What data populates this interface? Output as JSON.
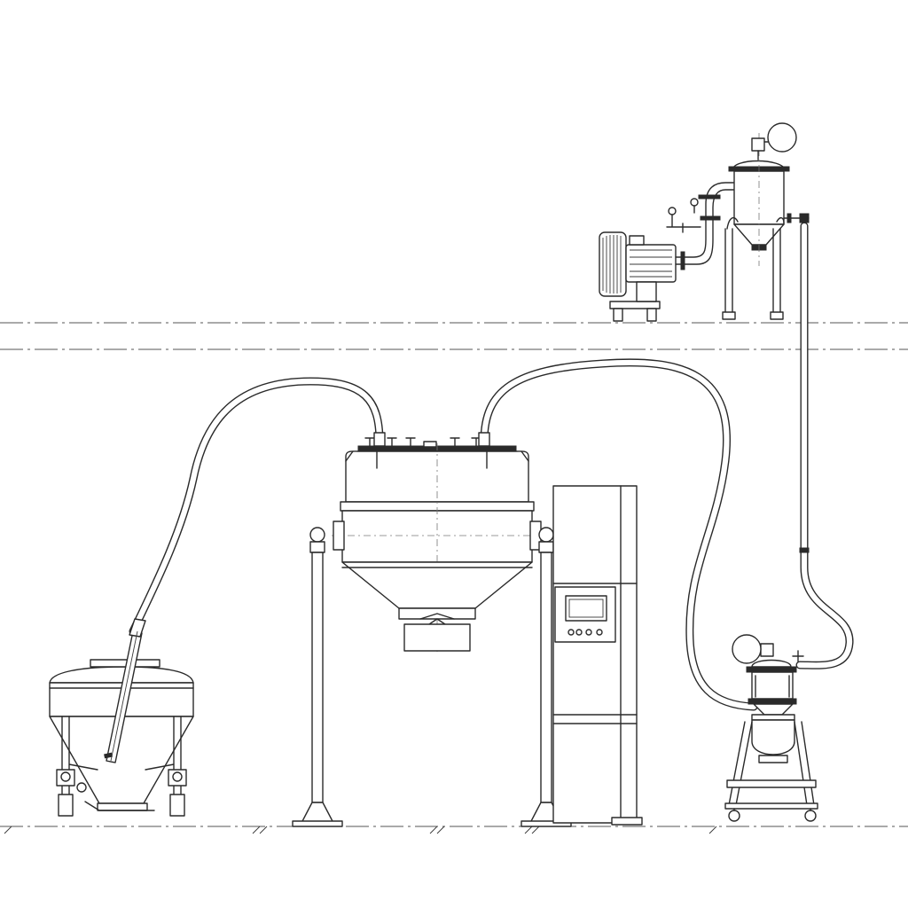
{
  "diagram": {
    "type": "technical line drawing",
    "description_text": "",
    "components": [
      "vacuum-blower",
      "filter-receiver",
      "mixing-hopper",
      "control-cabinet",
      "feed-container",
      "mobile-receiver",
      "vacuum-line",
      "feed-hoses"
    ],
    "colors": {
      "line": "#2a2a2a",
      "background": "#ffffff"
    }
  }
}
